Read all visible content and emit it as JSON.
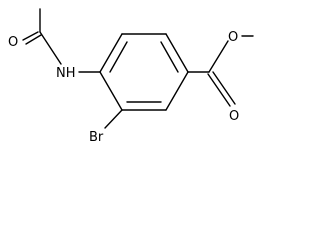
{
  "molecule": {
    "atom_labels": {
      "acetyl_oxygen": "O",
      "amide_nitrogen": "NH",
      "bromine": "Br",
      "ester_carbonyl_oxygen": "O",
      "ester_ether_oxygen": "O"
    },
    "colors": {
      "bond": "#000000",
      "label": "#000000",
      "background": "#ffffff"
    }
  }
}
